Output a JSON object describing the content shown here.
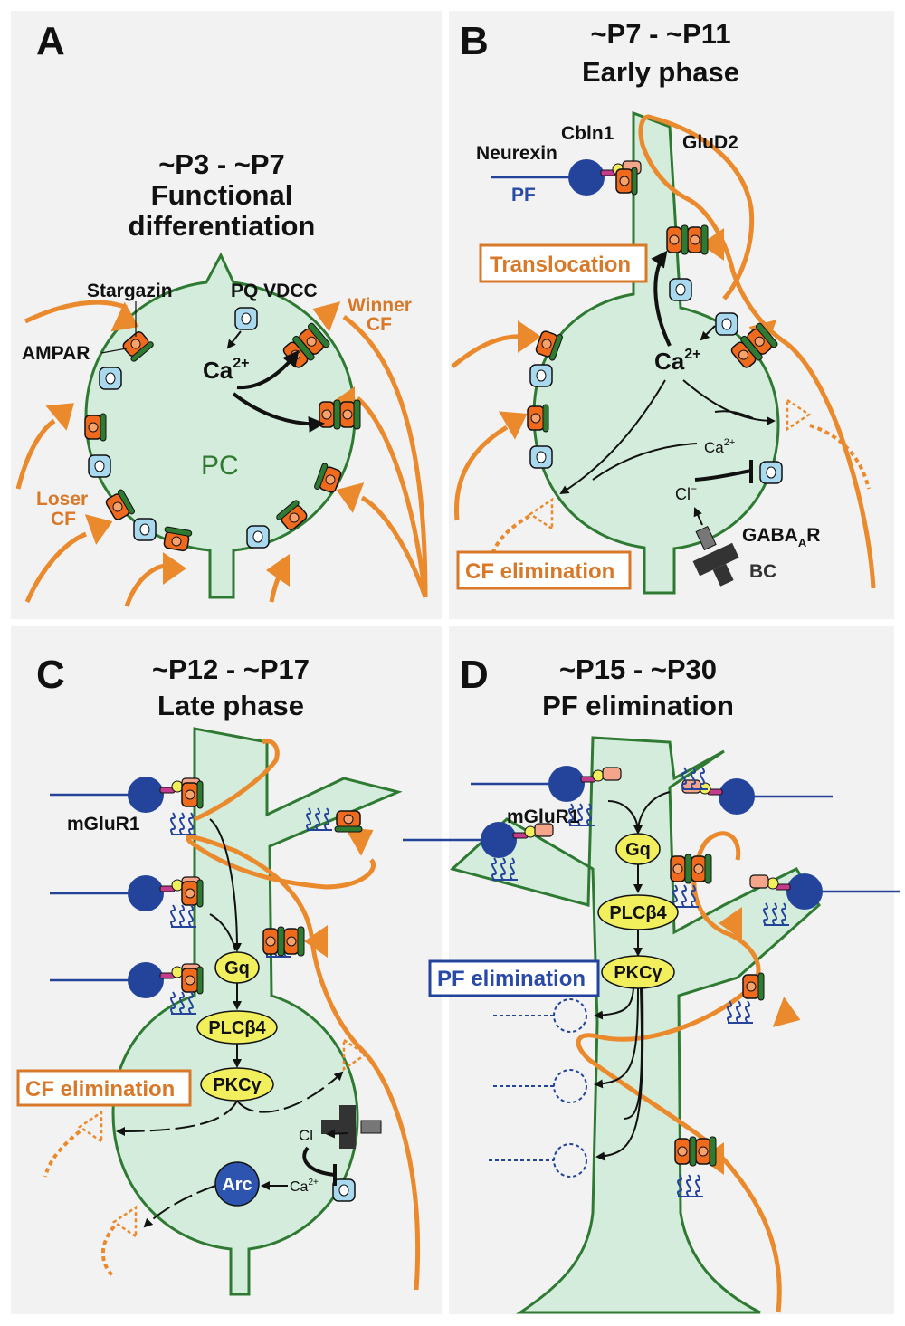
{
  "panels": {
    "a": {
      "letter": "A",
      "title_line1": "~P3 - ~P7",
      "title_line2": "Functional",
      "title_line3": "differentiation",
      "stargazin": "Stargazin",
      "ampar": "AMPAR",
      "pq_vdcc": "PQ VDCC",
      "ca": "Ca",
      "ca_sup": "2+",
      "pc": "PC",
      "winner_line1": "Winner",
      "winner_line2": "CF",
      "loser_line1": "Loser",
      "loser_line2": "CF"
    },
    "b": {
      "letter": "B",
      "title_line1": "~P7 - ~P11",
      "title_line2": "Early phase",
      "cbln1": "Cbln1",
      "neurexin": "Neurexin",
      "glud2": "GluD2",
      "pf": "PF",
      "translocation": "Translocation",
      "ca": "Ca",
      "ca_sup": "2+",
      "ca_small": "Ca",
      "ca_small_sup": "2+",
      "cl": "Cl",
      "cl_sup": "−",
      "gabaar": "GABA",
      "gabaar_sub": "A",
      "gabaar_r": "R",
      "bc": "BC",
      "cf_elimination": "CF elimination"
    },
    "c": {
      "letter": "C",
      "title_line1": "~P12 - ~P17",
      "title_line2": "Late phase",
      "mglur1": "mGluR1",
      "gq": "Gq",
      "plc": "PLCβ4",
      "pkc": "PKCγ",
      "arc": "Arc",
      "cl": "Cl",
      "cl_sup": "−",
      "ca_small": "Ca",
      "ca_small_sup": "2+",
      "cf_elimination": "CF elimination"
    },
    "d": {
      "letter": "D",
      "title_line1": "~P15 - ~P30",
      "title_line2": "PF elimination",
      "mglur1": "mGluR1",
      "gq": "Gq",
      "plc": "PLCβ4",
      "pkc": "PKCγ",
      "pf_elimination": "PF elimination"
    }
  },
  "colors": {
    "cell_fill": "#d4ecdc",
    "cell_stroke": "#2f7a32",
    "cf_orange": "#ea8a2c",
    "pf_blue": "#24449c",
    "receptor_orange": "#f06a1e",
    "stargazin_green": "#2f7a32",
    "vdcc_blue": "#a9d9ee",
    "node_yellow": "#f1ef5c",
    "arc_blue": "#2d55b0",
    "panel_bg": "#f2f2f2"
  }
}
